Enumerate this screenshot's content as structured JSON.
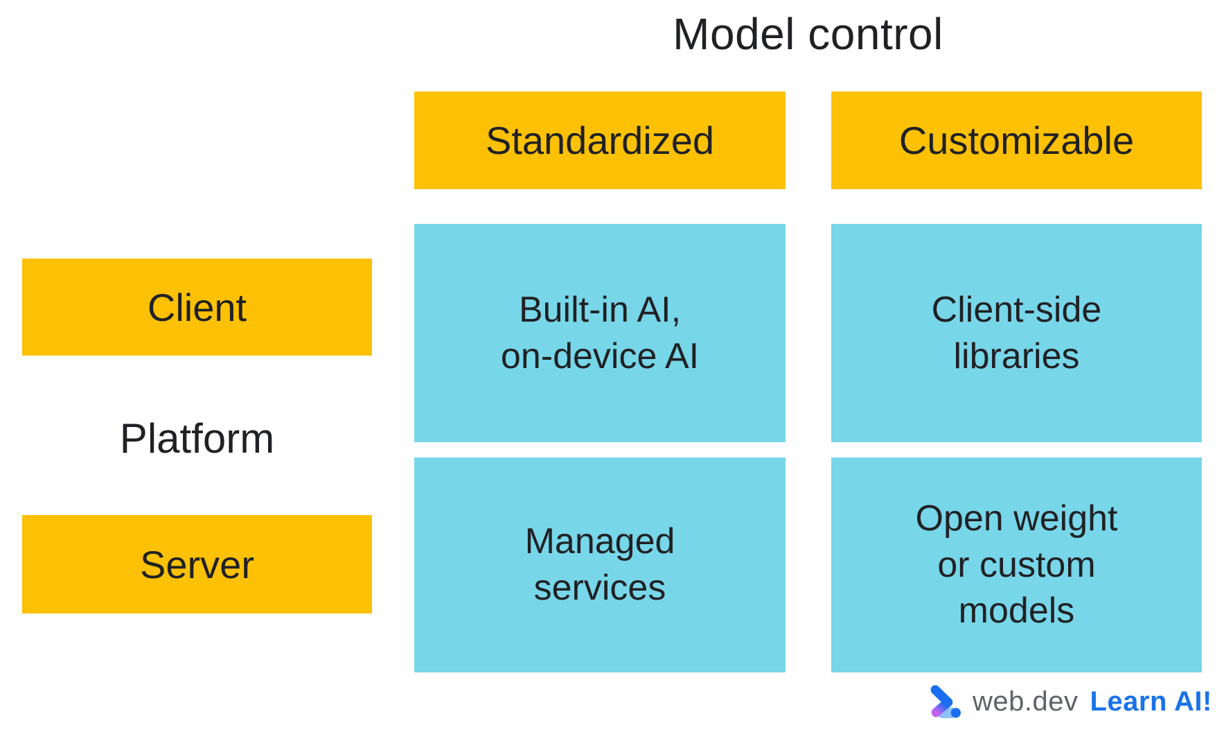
{
  "title": "Model control",
  "matrix": {
    "columns": [
      {
        "label": "Standardized"
      },
      {
        "label": "Customizable"
      }
    ],
    "row_axis_label": "Platform",
    "rows": [
      {
        "label": "Client"
      },
      {
        "label": "Server"
      }
    ],
    "cells": [
      {
        "row": "Client",
        "column": "Standardized",
        "lines": [
          "Built-in AI,",
          "on-device AI"
        ]
      },
      {
        "row": "Client",
        "column": "Customizable",
        "lines": [
          "Client-side",
          "libraries"
        ]
      },
      {
        "row": "Server",
        "column": "Standardized",
        "lines": [
          "Managed",
          "services"
        ]
      },
      {
        "row": "Server",
        "column": "Customizable",
        "lines": [
          "Open weight",
          "or custom",
          "models"
        ]
      }
    ]
  },
  "footer": {
    "brand": "web.dev",
    "cta": "Learn AI!",
    "logo_icon": "web-dev-chevron-logo"
  },
  "colors": {
    "box_yellow": "#FCC104",
    "cell_cyan": "#78D6E9",
    "text_dark": "#202124",
    "brand_gray": "#5F6368",
    "cta_blue": "#1A73E8",
    "logo_blue": "#1B6EF3",
    "logo_purple": "#C163F0",
    "logo_light_blue": "#8CC1F8"
  }
}
